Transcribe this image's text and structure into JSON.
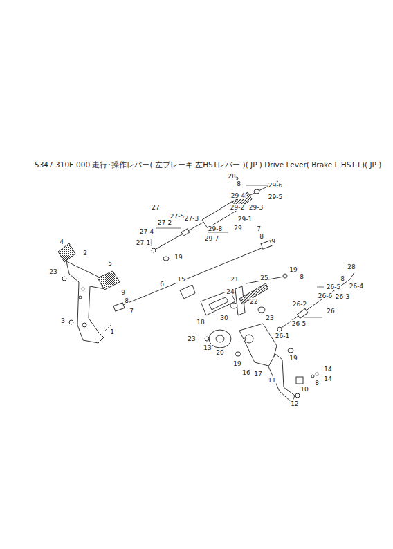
{
  "diagram": {
    "title": "5347 310E 000 走行･操作レバー( 左ブレーキ 左HSTレバー )( JP ) Drive Lever( Brake L HST L)( JP )",
    "labels": [
      "28",
      "8",
      "29-6",
      "29-4",
      "29-5",
      "29-2",
      "29-3",
      "27",
      "27-5",
      "27-3",
      "27-2",
      "29-1",
      "27-4",
      "29-8",
      "29",
      "29-7",
      "27-1",
      "7",
      "8",
      "9",
      "19",
      "4",
      "2",
      "5",
      "23",
      "6",
      "9",
      "8",
      "7",
      "3",
      "1",
      "15",
      "21",
      "25",
      "19",
      "8",
      "28",
      "8",
      "26-4",
      "26-5",
      "26-6",
      "26-3",
      "18",
      "24",
      "22",
      "30",
      "23",
      "26-2",
      "26",
      "26-5",
      "26-1",
      "23",
      "13",
      "20",
      "19",
      "16",
      "17",
      "19",
      "14",
      "14",
      "8",
      "10",
      "11",
      "12"
    ]
  }
}
